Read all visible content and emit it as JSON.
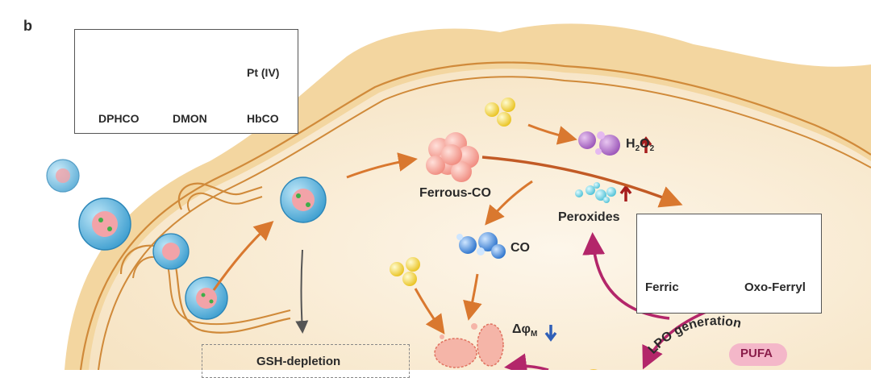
{
  "panel_label": "b",
  "legend": {
    "items": [
      "DPHCO",
      "DMON",
      "Pt (IV)",
      "HbCO"
    ]
  },
  "labels": {
    "h2o2": "H",
    "h2o2_sub1": "2",
    "h2o2_mid": "O",
    "h2o2_sub2": "2",
    "ferrous_co": "Ferrous-CO",
    "peroxides": "Peroxides",
    "co": "CO",
    "ferric": "Ferric",
    "oxo_ferryl": "Oxo-Ferryl",
    "delta_phi": "Δφ",
    "delta_phi_sub": "M",
    "lpo": "LPO generation",
    "pufa": "PUFA",
    "gsh": "GSH-depletion"
  },
  "colors": {
    "membrane": "#f3d9a6",
    "cytoplasm": "#fbf0dd",
    "arrow_orange": "#d9782f",
    "arrow_magenta": "#b3266a",
    "arrow_purple": "#7e3e9c",
    "nanoparticle": "#5fb7de",
    "pt_green": "#3fae48",
    "hbco_red": "#d94b5a",
    "co_blue": "#2f7fd4",
    "up_arrow": "#a61d1d",
    "down_arrow": "#2f5fb8"
  }
}
